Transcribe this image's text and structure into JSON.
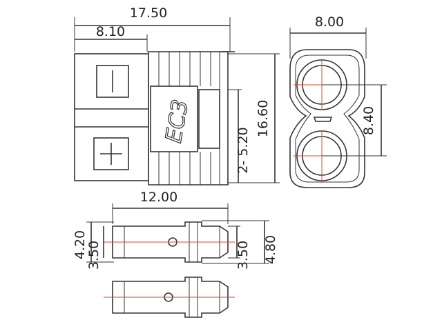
{
  "drawing": {
    "title_logo": "EC3",
    "dimensions": {
      "overall_length": "17.50",
      "housing_length": "8.10",
      "width": "8.00",
      "height": "16.60",
      "pin_hole": "2- 5.20",
      "pin_spacing": "8.40",
      "pin_length": "12.00",
      "pin_outer_dia": "4.20",
      "pin_inner_dia_left": "3.50",
      "pin_inner_dia_right": "3.50",
      "pin_socket_dia": "4.80"
    },
    "polarity": {
      "negative": "minus-symbol",
      "positive": "plus-symbol"
    }
  }
}
